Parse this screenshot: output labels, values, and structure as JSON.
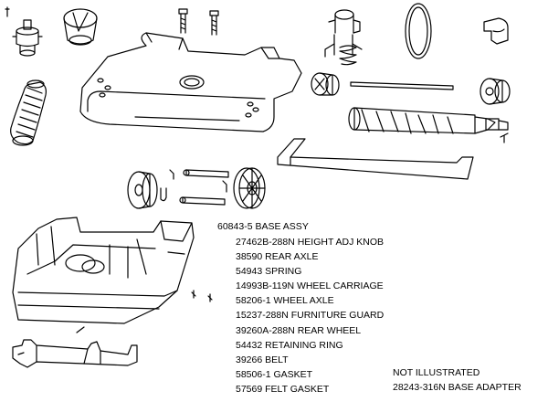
{
  "assembly": {
    "title": "60843-5 BASE ASSY"
  },
  "parts": [
    "27462B-288N HEIGHT ADJ KNOB",
    "38590 REAR AXLE",
    "54943 SPRING",
    "14993B-119N WHEEL CARRIAGE",
    "58206-1 WHEEL AXLE",
    "15237-288N FURNITURE GUARD",
    "39260A-288N REAR WHEEL",
    "54432 RETAINING RING",
    "39266 BELT",
    "58506-1 GASKET",
    "57569 FELT GASKET"
  ],
  "not_illustrated": {
    "heading": "NOT ILLUSTRATED",
    "part": "28243-316N BASE ADAPTER"
  }
}
